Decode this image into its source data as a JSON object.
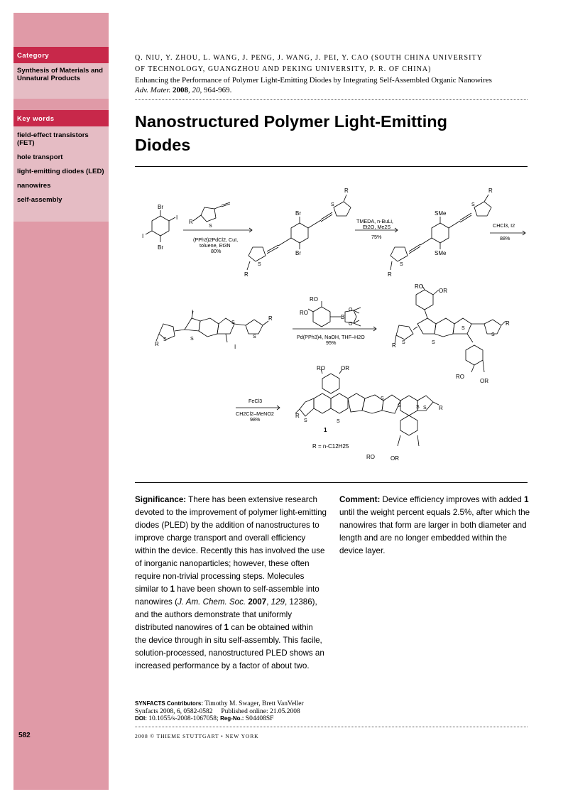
{
  "sidebar": {
    "category_header": "Category",
    "category": "Synthesis of Materials and Unnatural Products",
    "keywords_header": "Key words",
    "keywords": [
      "field-effect transistors (FET)",
      "hole transport",
      "light-emitting diodes (LED)",
      "nanowires",
      "self-assembly"
    ],
    "page_number": "582"
  },
  "article": {
    "authors_line1": "Q. NIU, Y. ZHOU, L. WANG, J. PENG, J. WANG, J. PEI, Y. CAO (SOUTH CHINA UNIVERSITY",
    "authors_line2": "OF TECHNOLOGY, GUANGZHOU AND PEKING UNIVERSITY, P. R. OF CHINA)",
    "original_title": "Enhancing the Performance of Polymer Light-Emitting Diodes by Integrating Self-Assembled Organic Nanowires",
    "journal": "Adv. Mater.",
    "year": "2008",
    "volume": "20",
    "pages": ", 964-969.",
    "title_line1": "Nanostructured Polymer Light-Emitting",
    "title_line2": "Diodes"
  },
  "scheme": {
    "r1": "R",
    "r2": "R",
    "r3": "R",
    "r4": "R",
    "r5": "R",
    "r6": "R",
    "r7": "R",
    "r8": "R",
    "s1": "S",
    "s2": "S",
    "s3": "S",
    "s4": "S",
    "s5": "S",
    "s6": "S",
    "s7": "S",
    "s8": "S",
    "s9": "S",
    "s10": "S",
    "s11": "S",
    "s12": "S",
    "s13": "S",
    "s14": "S",
    "s15": "S",
    "s16": "S",
    "br1": "Br",
    "br2": "Br",
    "br3": "Br",
    "br4": "Br",
    "i1": "I",
    "i2": "I",
    "i3": "I",
    "i4": "I",
    "sme1": "SMe",
    "sme2": "SMe",
    "ro1": "RO",
    "or1": "OR",
    "ro2": "RO",
    "or2": "OR",
    "ro3": "RO",
    "or3": "OR",
    "ro4": "RO",
    "or4": "OR",
    "ro5": "RO",
    "ro6": "RO",
    "boron": "B",
    "o1": "O",
    "o2": "O",
    "step1_line1": "(PPh3)2PdCl2, CuI,",
    "step1_line2": "toluene, Et3N",
    "step1_yield": "80%",
    "step2_line1": "TMEDA, n-BuLi,",
    "step2_line2": "Et2O, Me2S",
    "step2_yield": "75%",
    "step3_line1": "CHCl3, I2",
    "step3_yield": "88%",
    "step4_line1": "Pd(PPh3)4, NaOH, THF–H2O",
    "step4_yield": "95%",
    "step5_line1": "FeCl3",
    "step5_line2": "CH2Cl2–MeNO2",
    "step5_yield": "98%",
    "compound_label": "1",
    "r_definition": "R = n-C12H25"
  },
  "body": {
    "significance_label": "Significance:",
    "significance_p1": " There has been extensive research devoted to the improvement of polymer light-emitting diodes (PLED) by the addition of nanostructures to improve charge transport and overall efficiency within the device. Recently this has involved the use of inorganic nanoparticles; however, these often require non-trivial processing steps. Molecules similar to ",
    "compound": "1",
    "significance_p2": " have been shown to self-assemble into nanowires (",
    "ref_journal": "J. Am. Chem. Soc.",
    "ref_year": "2007",
    "ref_volume": "129",
    "ref_pages": ", 12386), and the authors demonstrate that uniformly distributed nanowires of ",
    "significance_p3": " can be obtained within the device through in situ self-assembly. This facile, solution-processed, nanostructured PLED shows an increased performance by a factor of about two.",
    "comment_label": "Comment:",
    "comment_p1": " Device efficiency improves with added ",
    "comment_p2": " until the weight percent equals 2.5%, after which the nanowires that form are larger in both diameter and length and are no longer embedded within the device layer."
  },
  "credits": {
    "contributors_label": "SYNFACTS Contributors:",
    "contributors": " Timothy M. Swager, Brett VanVeller",
    "citation": "Synfacts 2008, 6, 0582-0582",
    "published": "Published online: 21.05.2008",
    "doi_label": "DOI:",
    "doi": " 10.1055/s-2008-1067058; ",
    "regno_label": "Reg-No.:",
    "regno": " S04408SF"
  },
  "footer": "2008 © THIEME STUTTGART • NEW YORK"
}
